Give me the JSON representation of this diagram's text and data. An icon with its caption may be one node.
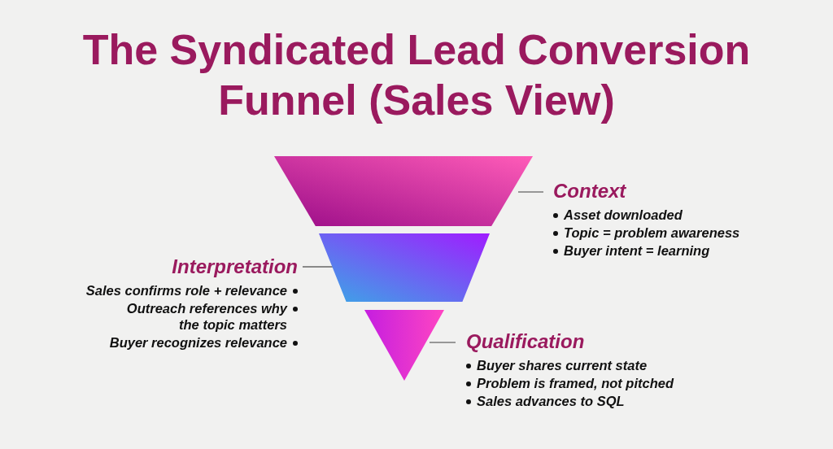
{
  "diagram": {
    "title": "The Syndicated Lead Conversion Funnel (Sales View)",
    "nodes": [
      {
        "text": [],
        "shape": "trapezoid"
      },
      {
        "text": [],
        "shape": "trapezoid"
      },
      {
        "text": [],
        "shape": "triangle"
      },
      {
        "text": [
          "Context",
          "Asset downloaded",
          "Topic = problem awareness",
          "Buyer intent = learning"
        ]
      },
      {
        "text": [
          "Interpretation",
          "Sales confirms role + relevance",
          "Outreach references why the topic matters",
          "Buyer recognizes relevance"
        ]
      },
      {
        "text": [
          "Qualification",
          "Buyer shares current state",
          "Problem is framed, not pitched",
          "Sales advances to SQL"
        ]
      }
    ],
    "edges": [
      {
        "from": 3,
        "to": 0,
        "arrow": "none"
      },
      {
        "from": 4,
        "to": 1,
        "arrow": "none"
      },
      {
        "from": 5,
        "to": 2,
        "arrow": "none"
      }
    ]
  }
}
